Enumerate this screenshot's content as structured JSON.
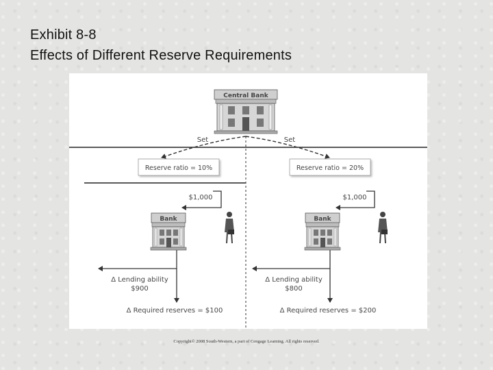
{
  "title": {
    "line1": "Exhibit 8-8",
    "line2": "Effects of Different Reserve Requirements"
  },
  "diagram": {
    "central_bank": "Central Bank",
    "set_left": "Set",
    "set_right": "Set",
    "left": {
      "reserve_ratio": "Reserve ratio = 10%",
      "deposit": "$1,000",
      "bank": "Bank",
      "lending_line1": "Δ Lending ability",
      "lending_line2": "$900",
      "required_reserves": "Δ Required reserves = $100"
    },
    "right": {
      "reserve_ratio": "Reserve ratio = 20%",
      "deposit": "$1,000",
      "bank": "Bank",
      "lending_line1": "Δ Lending ability",
      "lending_line2": "$800",
      "required_reserves": "Δ Required reserves = $200"
    }
  },
  "copyright": "Copyright© 2008 South-Western, a part of Cengage Learning. All rights reserved.",
  "colors": {
    "background": "#e4e4e2",
    "building": "#c9c9c9",
    "line": "#333333"
  },
  "icons": [
    "bank-building-icon",
    "person-with-briefcase-icon"
  ]
}
